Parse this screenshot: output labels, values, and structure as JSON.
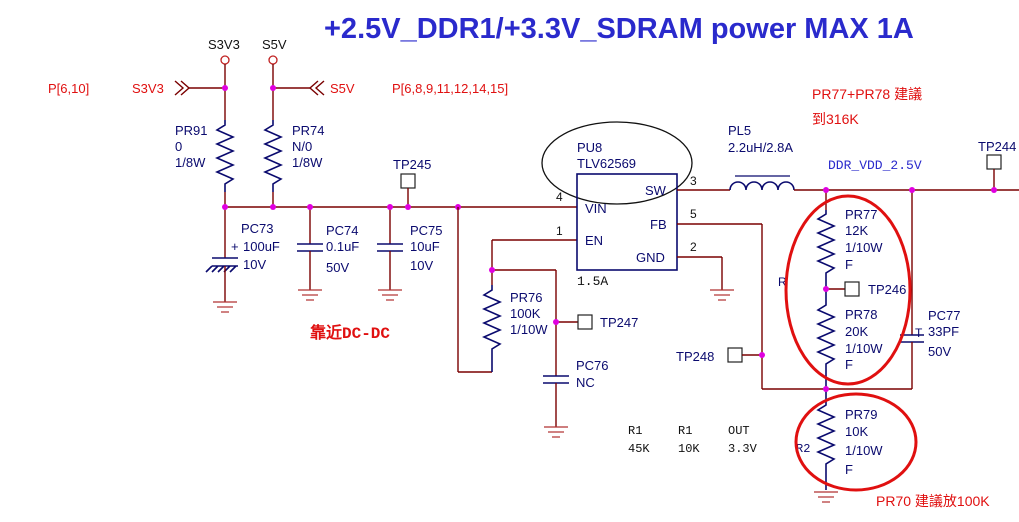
{
  "title": "+2.5V_DDR1/+3.3V_SDRAM power MAX 1A",
  "refs": {
    "left": "P[6,10]",
    "right": "P[6,8,9,11,12,14,15]"
  },
  "rails": {
    "s3v3": "S3V3",
    "s5v": "S5V",
    "ddr": "DDR_VDD_2.5V"
  },
  "chip": {
    "ref": "PU8",
    "part": "TLV62569",
    "current": "1.5A",
    "pins": {
      "sw": "SW",
      "vin": "VIN",
      "en": "EN",
      "fb": "FB",
      "gnd": "GND"
    },
    "pin_numbers": {
      "sw": "3",
      "vin": "4",
      "en": "1",
      "fb": "5",
      "gnd": "2"
    }
  },
  "inductor": {
    "ref": "PL5",
    "value": "2.2uH/2.8A"
  },
  "resistors": {
    "pr91": {
      "ref": "PR91",
      "value": "0",
      "power": "1/8W"
    },
    "pr74": {
      "ref": "PR74",
      "value": "N/0",
      "power": "1/8W"
    },
    "pr76": {
      "ref": "PR76",
      "value": "100K",
      "power": "1/10W"
    },
    "pr77": {
      "ref": "PR77",
      "value": "12K",
      "power": "1/10W",
      "tol": "F"
    },
    "pr78": {
      "ref": "PR78",
      "value": "20K",
      "power": "1/10W",
      "tol": "F"
    },
    "pr79": {
      "ref": "PR79",
      "value": "10K",
      "power": "1/10W",
      "tol": "F"
    }
  },
  "capacitors": {
    "pc73": {
      "ref": "PC73",
      "plus": "+",
      "value": "100uF",
      "volt": "10V"
    },
    "pc74": {
      "ref": "PC74",
      "value": "0.1uF",
      "volt": "50V"
    },
    "pc75": {
      "ref": "PC75",
      "value": "10uF",
      "volt": "10V"
    },
    "pc76": {
      "ref": "PC76",
      "value": "NC"
    },
    "pc77": {
      "ref": "PC77",
      "value": "33PF",
      "volt": "50V"
    }
  },
  "testpoints": {
    "tp244": "TP244",
    "tp245": "TP245",
    "tp246": "TP246",
    "tp247": "TP247",
    "tp248": "TP248"
  },
  "notes": {
    "near_dcdc": "靠近DC-DC",
    "pr77_line1": "PR77+PR78 建議",
    "pr77_line2": "到316K",
    "pr70": "PR70 建議放100K"
  },
  "frag": {
    "r_left": "R",
    "t_frag": "T",
    "r2_frag": "R2"
  },
  "calc_table": {
    "headers": [
      "R1",
      "R1",
      "OUT"
    ],
    "values": [
      "45K",
      "10K",
      "3.3V"
    ]
  },
  "colors": {
    "title": "#2a2acc",
    "note": "#e01010",
    "wire": "#7a0000",
    "component": "#0a0a6e",
    "junction": "#e000e0",
    "highlight": "#e01010"
  }
}
